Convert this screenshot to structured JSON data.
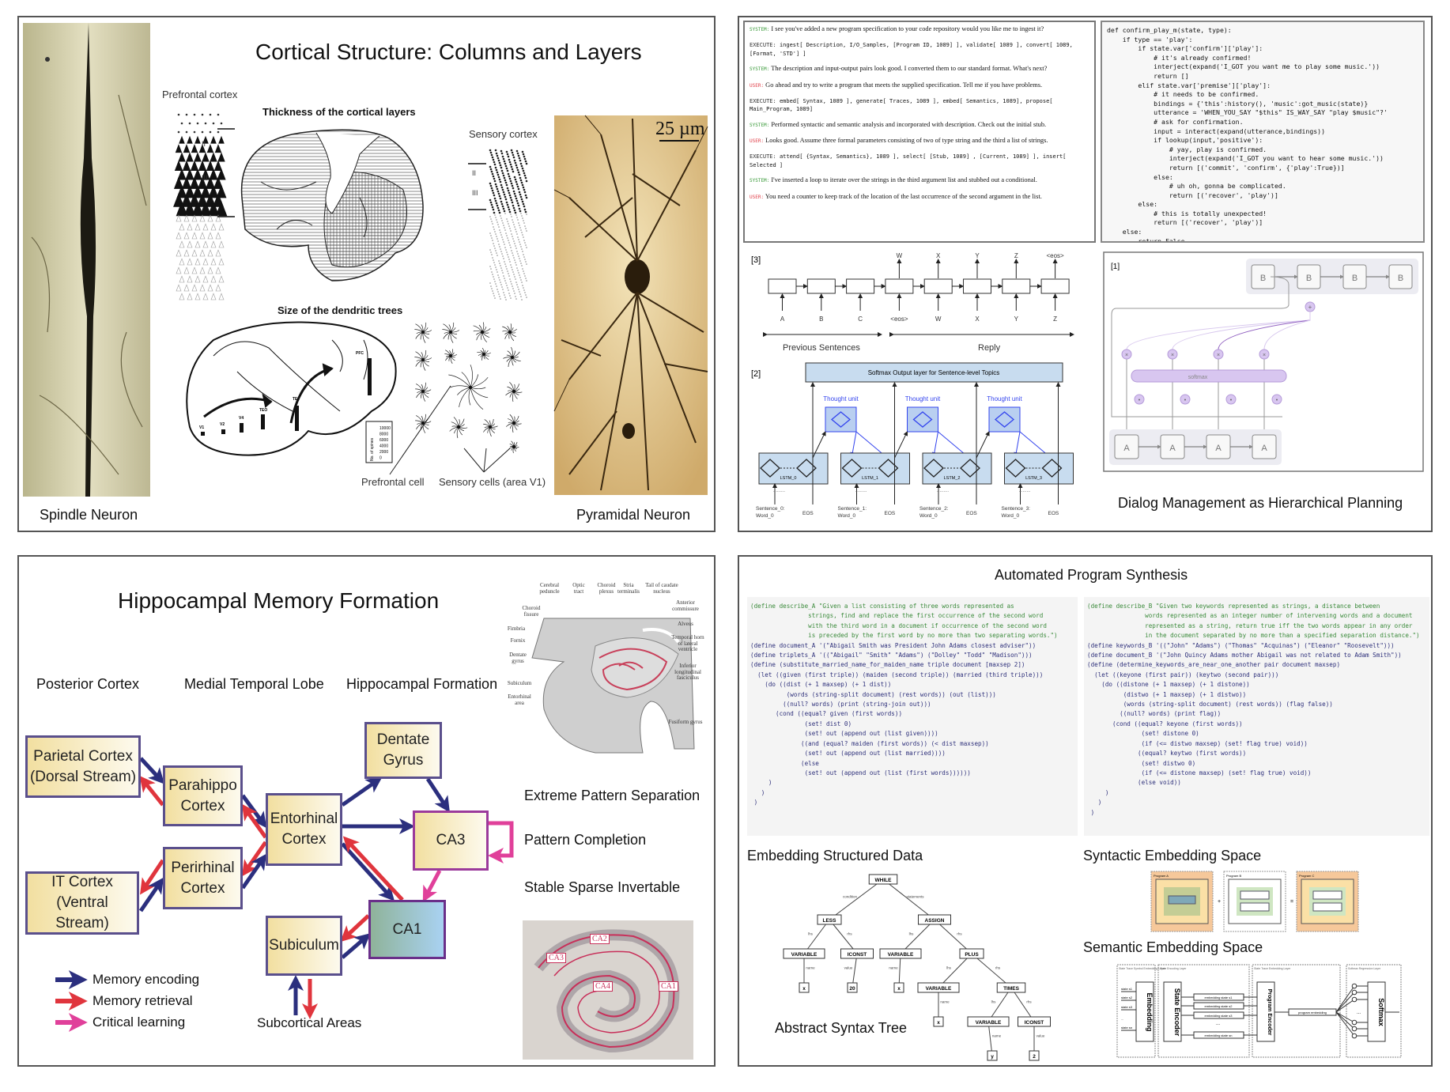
{
  "cortical": {
    "title": "Cortical Structure: Columns and Layers",
    "spindle_label": "Spindle Neuron",
    "pyramidal_label": "Pyramidal Neuron",
    "prefrontal_cortex": "Prefrontal cortex",
    "sensory_cortex": "Sensory cortex",
    "thickness_heading": "Thickness of the cortical layers",
    "dendritic_heading": "Size of the dendritic trees",
    "prefrontal_cell": "Prefrontal cell",
    "sensory_cells": "Sensory cells (area V1)",
    "scale_bar": "25 µm",
    "layer_labels": [
      "II",
      "III"
    ],
    "brain_areas": [
      "V1",
      "V2",
      "V4",
      "TEO",
      "TE",
      "PFC"
    ],
    "spine_axis_label": "No. of spines",
    "spine_ticks": [
      "10000",
      "8000",
      "6000",
      "4000",
      "2000",
      "0"
    ]
  },
  "dialog": {
    "title": "Dialog Management as Hierarchical Planning",
    "transcript": [
      {
        "role": "SYSTEM:",
        "kind": "system",
        "text": "I see you've added a new program specification to your code repository would you like me to ingest it?"
      },
      {
        "role": "EXECUTE:",
        "kind": "exec",
        "text": "ingest[ Description, I/O_Samples, [Program ID, 1089] ], validate[ 1089 ], convert[ 1089, [Format, 'STD'] ]"
      },
      {
        "role": "SYSTEM:",
        "kind": "system",
        "text": "The description and input-output pairs look good. I converted them to our standard format. What's next?"
      },
      {
        "role": "USER:",
        "kind": "user",
        "text": "Go ahead and try to write a program that meets the supplied specification. Tell me if you have problems."
      },
      {
        "role": "EXECUTE:",
        "kind": "exec",
        "text": "embed[ Syntax, 1089 ], generate[ Traces, 1089 ], embed[ Semantics, 1089], propose[ Main_Program, 1089]"
      },
      {
        "role": "SYSTEM:",
        "kind": "system",
        "text": "Performed syntactic and semantic analysis and incorporated with description. Check out the initial stub."
      },
      {
        "role": "USER:",
        "kind": "user",
        "text": "Looks good. Assume three formal parameters consisting of two of type string and the third a list of strings."
      },
      {
        "role": "EXECUTE:",
        "kind": "exec",
        "text": "attend[ {Syntax, Semantics}, 1089 ], select[ [Stub, 1089] , [Current, 1089] ], insert[ Selected ]"
      },
      {
        "role": "SYSTEM:",
        "kind": "system",
        "text": "I've inserted a loop to iterate over the strings in the third argument list and stubbed out a conditional."
      },
      {
        "role": "USER:",
        "kind": "user",
        "text": "You need a counter to keep track of the location of the last occurrence of the second argument in the list."
      }
    ],
    "python_code": [
      "def confirm_play_m(state, type):",
      "    if type == 'play':",
      "        if state.var['confirm']['play']:",
      "            # it's already confirmed!",
      "            interject(expand('I_GOT you want me to play some music.'))",
      "            return []",
      "        elif state.var['premise']['play']:",
      "            # it needs to be confirmed.",
      "            bindings = {'this':history(), 'music':got_music(state)}",
      "            utterance = 'WHEN_YOU_SAY \"$this\" IS_WAY_SAY \"play $music\"?'",
      "            # ask for confirmation.",
      "            input = interact(expand(utterance,bindings))",
      "            if lookup(input,'positive'):",
      "                # yay, play is confirmed.",
      "                interject(expand('I_GOT you want to hear some music.'))",
      "                return [('commit', 'confirm', {'play':True})]",
      "            else:",
      "                # uh oh, gonna be complicated.",
      "                return [('recover', 'play')]",
      "        else:",
      "            # this is totally unexpected!",
      "            return [('recover', 'play')]",
      "    else:",
      "        return False"
    ],
    "seq2seq": {
      "tag": "[3]",
      "outputs": [
        "W",
        "X",
        "Y",
        "Z",
        "<eos>"
      ],
      "inputs": [
        "A",
        "B",
        "C",
        "<eos>",
        "W",
        "X",
        "Y",
        "Z"
      ],
      "previous_label": "Previous Sentences",
      "reply_label": "Reply"
    },
    "hierarchical": {
      "tag": "[2]",
      "softmax_label": "Softmax Output layer for Sentence-level Topics",
      "thought_unit": "Thought unit",
      "lstm_labels": [
        "LSTM_0",
        "LSTM_1",
        "LSTM_2",
        "LSTM_3"
      ],
      "sentence_labels": [
        "Sentence_0:\nWord_0",
        "Sentence_1:\nWord_0",
        "Sentence_2:\nWord_0",
        "Sentence_3:\nWord_0"
      ],
      "eos": "EOS"
    },
    "attention": {
      "tag": "[1]",
      "decoder_label": "B",
      "encoder_label": "A",
      "softmax_label": "softmax",
      "plus": "+",
      "times": "×",
      "dot": "•"
    }
  },
  "hippocampal": {
    "title": "Hippocampal Memory Formation",
    "columns": [
      "Posterior Cortex",
      "Medial Temporal Lobe",
      "Hippocampal Formation"
    ],
    "boxes": {
      "parietal": "Parietal Cortex\n(Dorsal Stream)",
      "parahippo": "Parahippo\nCortex",
      "entorhinal": "Entorhinal\nCortex",
      "dentate": "Dentate\nGyrus",
      "ca3": "CA3",
      "perirhinal": "Perirhinal\nCortex",
      "it": "IT Cortex\n(Ventral Stream)",
      "ca1": "CA1",
      "subiculum": "Subiculum"
    },
    "subcortical": "Subcortical Areas",
    "legend": [
      {
        "label": "Memory encoding",
        "color": "#2b2f7e"
      },
      {
        "label": "Memory retrieval",
        "color": "#e0353d"
      },
      {
        "label": "Critical learning",
        "color": "#e0409a"
      }
    ],
    "functions": [
      "Extreme Pattern Separation",
      "Pattern Completion",
      "Stable Sparse Invertable"
    ],
    "anatomy_labels": [
      "Cerebral\npeduncle",
      "Optic\ntract",
      "Choroid\nplexus",
      "Stria\nterminalis",
      "Tail of caudate\nnucleus",
      "Anterior\ncommissure",
      "Choroid\nfissure",
      "Alveus",
      "Fimbria",
      "Fornix",
      "Temporal horn\nof lateral\nventricle",
      "Dentate\ngyrus",
      "Inferior\nlongitudinal\nfasciculus",
      "Subiculum",
      "Entorhinal\narea",
      "Fusiform gyrus"
    ],
    "histology_labels": [
      "CA2",
      "CA3",
      "CA4",
      "CA1"
    ]
  },
  "synthesis": {
    "title": "Automated Program Synthesis",
    "code_a": [
      "(define describe_A \"Given a list consisting of three words represented as",
      "                strings, find and replace the first occurrence of the second word",
      "                with the third word in a document if occurrence of the second word",
      "                is preceded by the first word by no more than two separating words.\")",
      "",
      "(define document_A '(\"Abigail Smith was President John Adams closest adviser\"))",
      "",
      "(define triplets_A '((\"Abigail\" \"Smith\" \"Adams\") (\"Dolley\" \"Todd\" \"Madison\")))",
      "",
      "(define (substitute_married_name_for_maiden_name triple document [maxsep 2])",
      "  (let ((given (first triple)) (maiden (second triple)) (married (third triple)))",
      "    (do ((dist (+ 1 maxsep) (+ 1 dist))",
      "          (words (string-split document) (rest words)) (out (list)))",
      "         ((null? words) (print (string-join out)))",
      "       (cond ((equal? given (first words))",
      "               (set! dist 0)",
      "               (set! out (append out (list given))))",
      "              ((and (equal? maiden (first words)) (< dist maxsep))",
      "               (set! out (append out (list married))))",
      "              (else",
      "               (set! out (append out (list (first words))))))",
      "     )",
      "   )",
      " )"
    ],
    "code_b": [
      "(define describe_B \"Given two keywords represented as strings, a distance between",
      "                words represented as an integer number of intervening words and a document",
      "                represented as a string, return true iff the two words appear in any order",
      "                in the document separated by no more than a specified separation distance.\")",
      "",
      "(define keywords_B '((\"John\" \"Adams\") (\"Thomas\" \"Acquinas\") (\"Eleanor\" \"Roosevelt\")))",
      "",
      "(define document_B '(\"John Quincy Adams mother Abigail was not related to Adam Smith\"))",
      "",
      "(define (determine_keywords_are_near_one_another pair document maxsep)",
      "  (let ((keyone (first pair)) (keytwo (second pair)))",
      "    (do ((distone (+ 1 maxsep) (+ 1 distone))",
      "          (distwo (+ 1 maxsep) (+ 1 distwo))",
      "          (words (string-split document) (rest words)) (flag false))",
      "         ((null? words) (print flag))",
      "       (cond ((equal? keyone (first words))",
      "               (set! distone 0)",
      "               (if (<= distwo maxsep) (set! flag true) void))",
      "              ((equal? keytwo (first words))",
      "               (set! distwo 0)",
      "               (if (<= distone maxsep) (set! flag true) void))",
      "              (else void))",
      "     )",
      "   )",
      " )"
    ],
    "embedding_structured": "Embedding Structured Data",
    "ast_label": "Abstract Syntax Tree",
    "ast_nodes": [
      "WHILE",
      "LESS",
      "ASSIGN",
      "VARIABLE",
      "ICONST",
      "VARIABLE",
      "PLUS",
      "x",
      "20",
      "x",
      "VARIABLE",
      "TIMES",
      "x",
      "VARIABLE",
      "ICONST",
      "y",
      "2"
    ],
    "ast_edges": [
      "condition",
      "statements",
      "lhs",
      "rhs",
      "lhs",
      "rhs",
      "name",
      "value",
      "name",
      "lhs",
      "rhs",
      "name",
      "lhs",
      "rhs",
      "name",
      "value"
    ],
    "syntactic_title": "Syntactic Embedding Space",
    "programs": [
      "Program A",
      "Program B",
      "Program C"
    ],
    "ops": [
      "+",
      "="
    ],
    "semantic_title": "Semantic Embedding Space",
    "semantic": {
      "layers": [
        "State Trace Symbol Embedding Layer",
        "State Encoding Layer",
        "State Trace Embedding Layer",
        "Softmax Regression Layer"
      ],
      "states": [
        "state s1",
        "state s2",
        "state s3",
        "...",
        "state sn"
      ],
      "embedding": "Embedding",
      "state_encoder": "State Encoder",
      "embedding_states": [
        "embedding state s1",
        "embedding state s2",
        "embedding state s3",
        "...",
        "embedding state sn"
      ],
      "program_encoder": "Program Encoder",
      "program_embedding": "program embedding",
      "softmax": "Softmax",
      "ellipsis": "..."
    }
  }
}
